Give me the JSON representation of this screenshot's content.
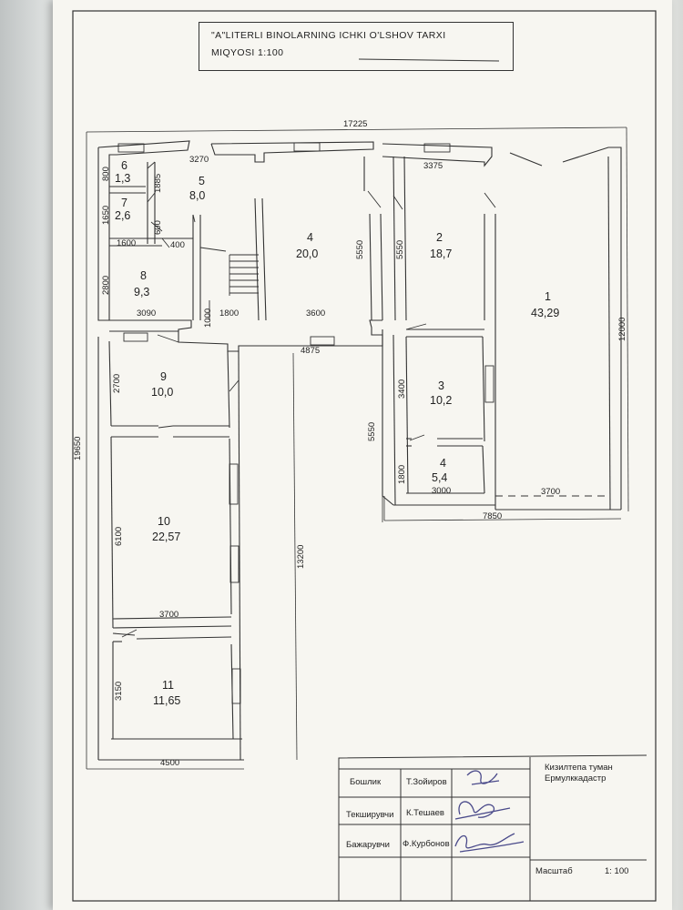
{
  "title": {
    "line1": "\"A\"LITERLI BINOLARNING ICHKI O'LSHOV TARXI",
    "line2": "MIQYOSI 1:100"
  },
  "dimensions": {
    "total_width": "17225",
    "total_height": "19650",
    "top_left_wall": "3270",
    "top_right_wall": "3375",
    "d800": "800",
    "d1885": "1885",
    "d1650": "1650",
    "d600": "600",
    "d1600": "1600",
    "d400": "400",
    "d2800": "2800",
    "d3090": "3090",
    "d1000": "1000",
    "d1800a": "1800",
    "d3600": "3600",
    "d4875": "4875",
    "d5550a": "5550",
    "d5550b": "5550",
    "d5550c": "5550",
    "d2700": "2700",
    "d3400": "3400",
    "d1800b": "1800",
    "d3000": "3000",
    "d3700a": "3700",
    "d7850": "7850",
    "d12000": "12000",
    "d13200": "13200",
    "d6100": "6100",
    "d3700b": "3700",
    "d3150": "3150",
    "d4500": "4500"
  },
  "rooms": [
    {
      "number": "1",
      "area": "43,29"
    },
    {
      "number": "2",
      "area": "18,7"
    },
    {
      "number": "3",
      "area": "10,2"
    },
    {
      "number": "4",
      "area": "5,4"
    },
    {
      "number": "4",
      "area": "20,0"
    },
    {
      "number": "5",
      "area": "8,0"
    },
    {
      "number": "6",
      "area": "1,3"
    },
    {
      "number": "7",
      "area": "2,6"
    },
    {
      "number": "8",
      "area": "9,3"
    },
    {
      "number": "9",
      "area": "10,0"
    },
    {
      "number": "10",
      "area": "22,57"
    },
    {
      "number": "11",
      "area": "11,65"
    }
  ],
  "stamp": {
    "org_line1": "Кизилтепа туман",
    "org_line2": "Ермулккадастр",
    "row1_role": "Бошлик",
    "row1_name": "Т.Зойиров",
    "row2_role": "Текширувчи",
    "row2_name": "К.Тешаев",
    "row3_role": "Бажарувчи",
    "row3_name": "Ф.Курбонов",
    "scale_label": "Масштаб",
    "scale_value": "1: 100"
  }
}
